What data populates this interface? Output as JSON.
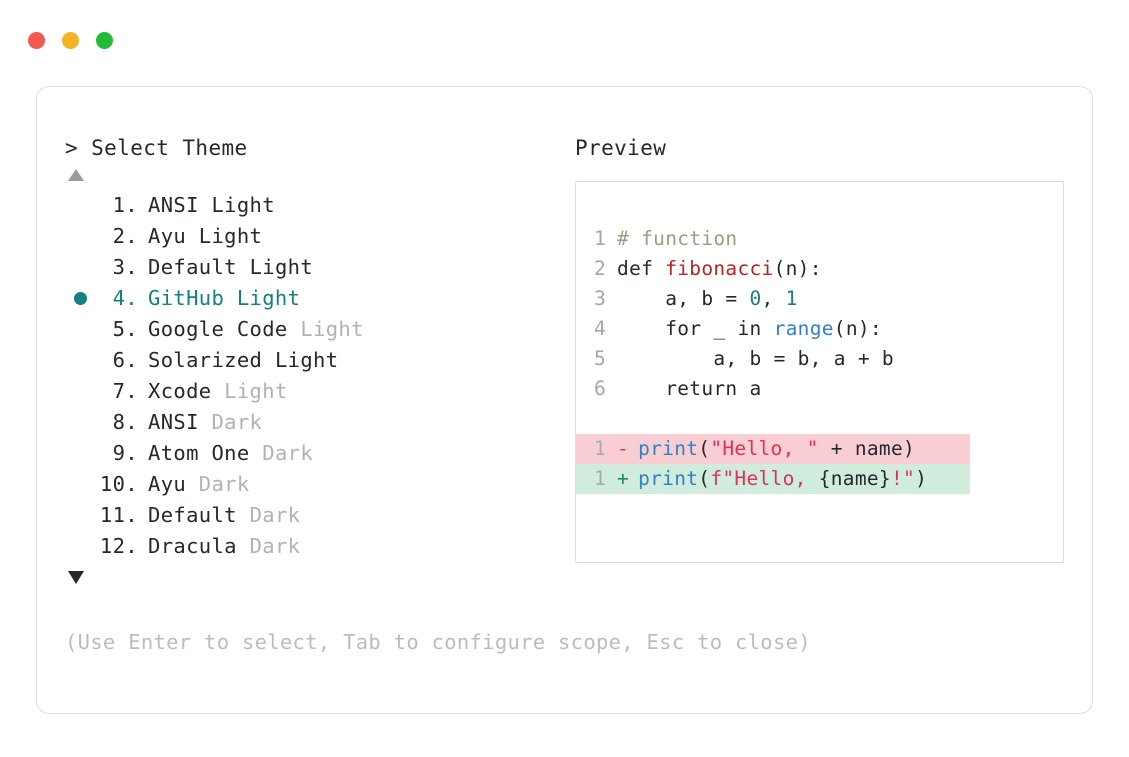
{
  "window": {
    "traffic_lights": [
      {
        "name": "close",
        "color": "#f2584f"
      },
      {
        "name": "minimize",
        "color": "#f5b324"
      },
      {
        "name": "maximize",
        "color": "#22bb39"
      }
    ]
  },
  "selector": {
    "prompt": "> Select Theme",
    "scroll_up_indicator": "▲",
    "scroll_down_indicator": "▼",
    "selected_index": 4,
    "items": [
      {
        "index": "1.",
        "name": "ANSI",
        "suffix": "Light",
        "suffix_style": "strong",
        "selected": false
      },
      {
        "index": "2.",
        "name": "Ayu",
        "suffix": "Light",
        "suffix_style": "strong",
        "selected": false
      },
      {
        "index": "3.",
        "name": "Default",
        "suffix": "Light",
        "suffix_style": "strong",
        "selected": false
      },
      {
        "index": "4.",
        "name": "GitHub",
        "suffix": "Light",
        "suffix_style": "strong",
        "selected": true
      },
      {
        "index": "5.",
        "name": "Google Code",
        "suffix": "Light",
        "suffix_style": "muted",
        "selected": false
      },
      {
        "index": "6.",
        "name": "Solarized",
        "suffix": "Light",
        "suffix_style": "strong",
        "selected": false
      },
      {
        "index": "7.",
        "name": "Xcode",
        "suffix": "Light",
        "suffix_style": "muted",
        "selected": false
      },
      {
        "index": "8.",
        "name": "ANSI",
        "suffix": "Dark",
        "suffix_style": "muted",
        "selected": false
      },
      {
        "index": "9.",
        "name": "Atom One",
        "suffix": "Dark",
        "suffix_style": "muted",
        "selected": false
      },
      {
        "index": "10.",
        "name": "Ayu",
        "suffix": "Dark",
        "suffix_style": "muted",
        "selected": false
      },
      {
        "index": "11.",
        "name": "Default",
        "suffix": "Dark",
        "suffix_style": "muted",
        "selected": false
      },
      {
        "index": "12.",
        "name": "Dracula",
        "suffix": "Dark",
        "suffix_style": "muted",
        "selected": false
      }
    ]
  },
  "preview": {
    "label": "Preview",
    "code_lines": [
      {
        "ln": "1",
        "tokens": [
          {
            "t": "# function",
            "c": "t-comment"
          }
        ]
      },
      {
        "ln": "2",
        "tokens": [
          {
            "t": "def ",
            "c": "t-kw"
          },
          {
            "t": "fibonacci",
            "c": "t-fn"
          },
          {
            "t": "(n):",
            "c": "t-plain"
          }
        ]
      },
      {
        "ln": "3",
        "tokens": [
          {
            "t": "    a, b = ",
            "c": "t-plain"
          },
          {
            "t": "0",
            "c": "t-num"
          },
          {
            "t": ", ",
            "c": "t-plain"
          },
          {
            "t": "1",
            "c": "t-num"
          }
        ]
      },
      {
        "ln": "4",
        "tokens": [
          {
            "t": "    for _ in ",
            "c": "t-plain"
          },
          {
            "t": "range",
            "c": "t-builtin"
          },
          {
            "t": "(n):",
            "c": "t-plain"
          }
        ]
      },
      {
        "ln": "5",
        "tokens": [
          {
            "t": "        a, b = b, a + b",
            "c": "t-plain"
          }
        ]
      },
      {
        "ln": "6",
        "tokens": [
          {
            "t": "    return a",
            "c": "t-plain"
          }
        ]
      }
    ],
    "diff_lines": [
      {
        "ln": "1",
        "kind": "del",
        "sign": "-",
        "tokens": [
          {
            "t": "print",
            "c": "t-builtin"
          },
          {
            "t": "(",
            "c": "t-plain"
          },
          {
            "t": "\"Hello, \"",
            "c": "t-str"
          },
          {
            "t": " + name)",
            "c": "t-plain"
          }
        ]
      },
      {
        "ln": "1",
        "kind": "add",
        "sign": "+",
        "tokens": [
          {
            "t": "print",
            "c": "t-builtin"
          },
          {
            "t": "(",
            "c": "t-plain"
          },
          {
            "t": "f\"Hello, ",
            "c": "t-str"
          },
          {
            "t": "{name}",
            "c": "t-plain"
          },
          {
            "t": "!\"",
            "c": "t-str"
          },
          {
            "t": ")",
            "c": "t-plain"
          }
        ]
      }
    ]
  },
  "footer": {
    "hint": "(Use Enter to select, Tab to configure scope, Esc to close)"
  },
  "colors": {
    "accent_teal": "#11827f",
    "text": "#24292e",
    "muted": "#b2b2b2",
    "border": "#dedede",
    "diff_del_bg": "#f9ced3",
    "diff_add_bg": "#cfecdc"
  }
}
